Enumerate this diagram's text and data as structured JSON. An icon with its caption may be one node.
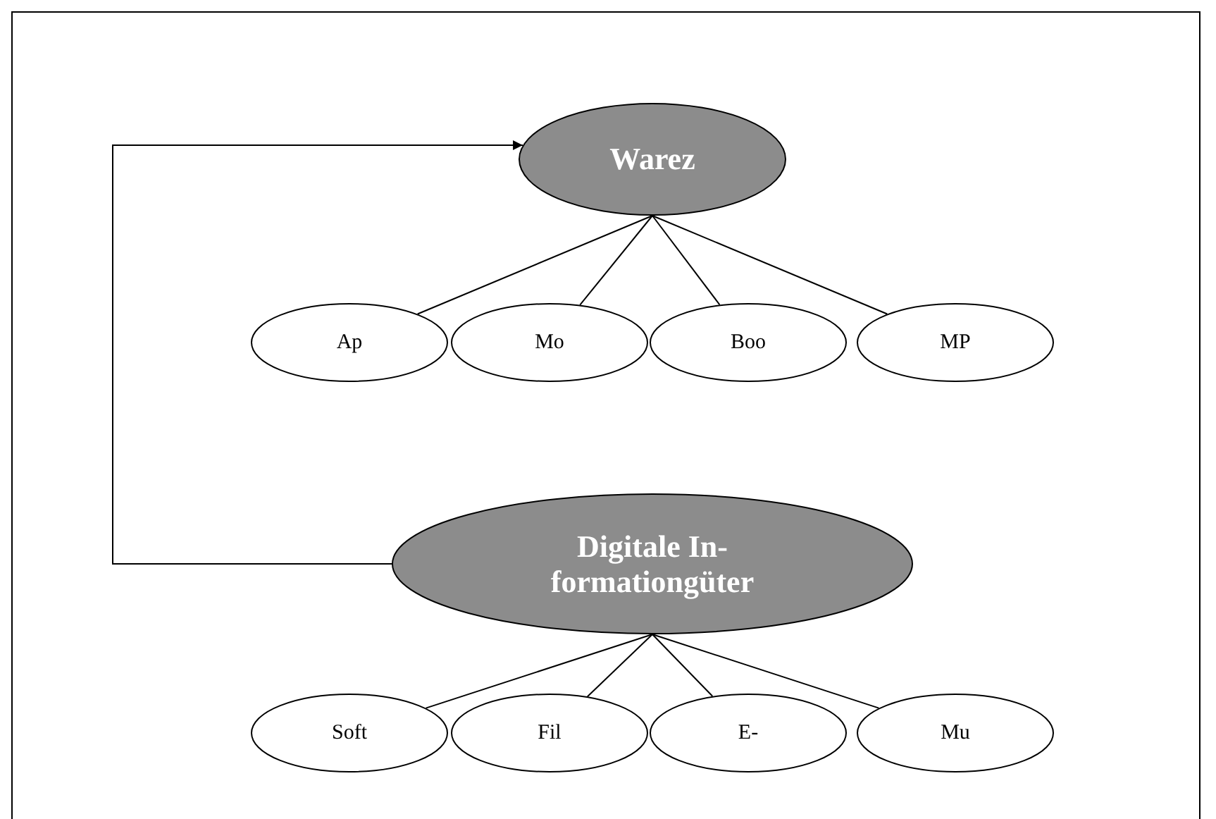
{
  "diagram": {
    "nodes": [
      {
        "text": [
          "Warez"
        ]
      },
      {
        "text": [
          "Ap"
        ]
      },
      {
        "text": [
          "Mo"
        ]
      },
      {
        "text": [
          "Boo"
        ]
      },
      {
        "text": [
          "MP"
        ]
      },
      {
        "text": [
          "Digitale In- formationgüter"
        ]
      },
      {
        "text": [
          "Soft"
        ]
      },
      {
        "text": [
          "Fil"
        ]
      },
      {
        "text": [
          "E-"
        ]
      },
      {
        "text": [
          "Mu"
        ]
      }
    ],
    "edges": [
      {
        "from": 0,
        "to": 1,
        "arrow": "none"
      },
      {
        "from": 0,
        "to": 2,
        "arrow": "none"
      },
      {
        "from": 0,
        "to": 3,
        "arrow": "none"
      },
      {
        "from": 0,
        "to": 4,
        "arrow": "none"
      },
      {
        "from": 5,
        "to": 6,
        "arrow": "none"
      },
      {
        "from": 5,
        "to": 7,
        "arrow": "none"
      },
      {
        "from": 5,
        "to": 8,
        "arrow": "none"
      },
      {
        "from": 5,
        "to": 9,
        "arrow": "none"
      },
      {
        "from": 5,
        "to": 0,
        "arrow": "to"
      }
    ]
  }
}
